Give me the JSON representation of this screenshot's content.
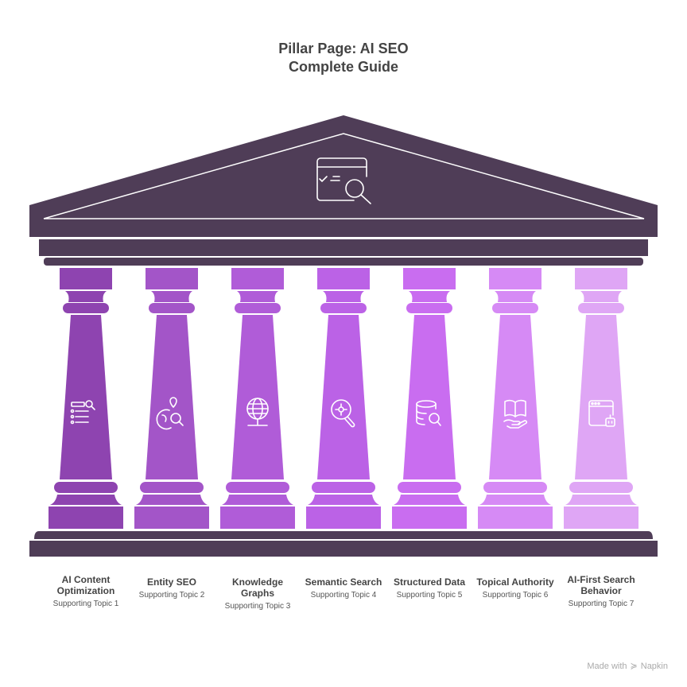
{
  "title_line1": "Pillar Page: AI SEO",
  "title_line2": "Complete Guide",
  "colors": {
    "roof": "#4f3d57",
    "pillars": [
      "#8e44b0",
      "#a355c8",
      "#b05cd8",
      "#bb62e6",
      "#c96df0",
      "#d68af5",
      "#dfa6f5"
    ]
  },
  "roof_icon": "checklist-search-icon",
  "pillars": [
    {
      "name": "AI Content Optimization",
      "sub": "Supporting Topic 1",
      "icon": "list-search-icon"
    },
    {
      "name": "Entity SEO",
      "sub": "Supporting Topic 2",
      "icon": "globe-location-search-icon"
    },
    {
      "name": "Knowledge Graphs",
      "sub": "Supporting Topic 3",
      "icon": "globe-stand-icon"
    },
    {
      "name": "Semantic Search",
      "sub": "Supporting Topic 4",
      "icon": "gear-search-icon"
    },
    {
      "name": "Structured Data",
      "sub": "Supporting Topic 5",
      "icon": "database-search-icon"
    },
    {
      "name": "Topical Authority",
      "sub": "Supporting Topic 6",
      "icon": "hand-book-icon"
    },
    {
      "name": "AI-First Search Behavior",
      "sub": "Supporting Topic 7",
      "icon": "browser-robot-icon"
    }
  ],
  "footer": {
    "made_with": "Made with",
    "brand": "Napkin"
  }
}
